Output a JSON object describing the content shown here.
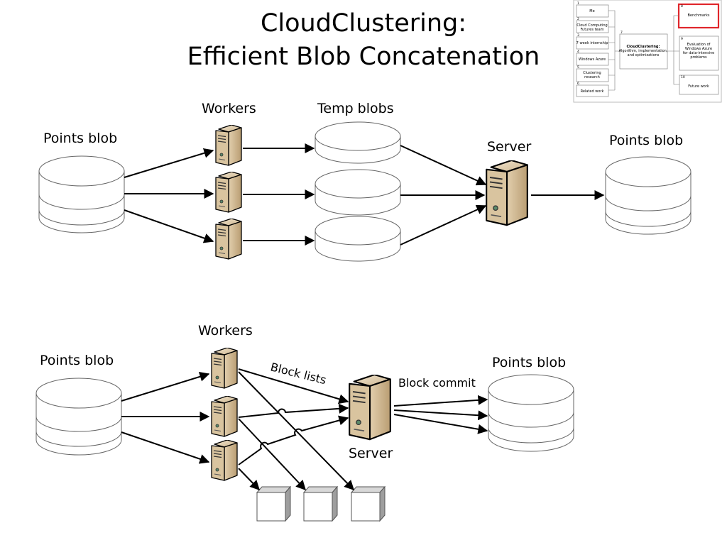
{
  "title": {
    "line1": "CloudClustering:",
    "line2": "Efficient Blob Concatenation"
  },
  "top_diagram": {
    "points_blob_in": "Points blob",
    "workers": "Workers",
    "temp_blobs": "Temp blobs",
    "server": "Server",
    "points_blob_out": "Points blob"
  },
  "bottom_diagram": {
    "points_blob_in": "Points blob",
    "workers": "Workers",
    "block_lists": "Block lists",
    "block_commit": "Block commit",
    "server": "Server",
    "points_blob_out": "Points blob"
  },
  "thumbnail": {
    "nodes": [
      {
        "num": "1",
        "label": "Me"
      },
      {
        "num": "2",
        "label_lines": [
          "Cloud Computing",
          "Futures team"
        ]
      },
      {
        "num": "3",
        "label": "7-week internship"
      },
      {
        "num": "4",
        "label": "Windows Azure"
      },
      {
        "num": "5",
        "label_lines": [
          "Clustering",
          "research"
        ]
      },
      {
        "num": "6",
        "label": "Related work"
      },
      {
        "num": "7",
        "label_lines": [
          "CloudClustering:",
          "Algorithm, implementation,",
          "and optimizations"
        ]
      },
      {
        "num": "8",
        "label": "Benchmarks"
      },
      {
        "num": "9",
        "label_lines": [
          "Evaluation of",
          "Windows Azure",
          "for data-intensive",
          "problems"
        ]
      },
      {
        "num": "10",
        "label": "Future work"
      }
    ],
    "highlight_color": "#e0262b"
  },
  "colors": {
    "server_fill": "#d7c3a2",
    "server_front": "#c4ab84",
    "block_front": "#ffffff",
    "block_side": "#9e9e9e",
    "block_top": "#d8d8d8"
  }
}
